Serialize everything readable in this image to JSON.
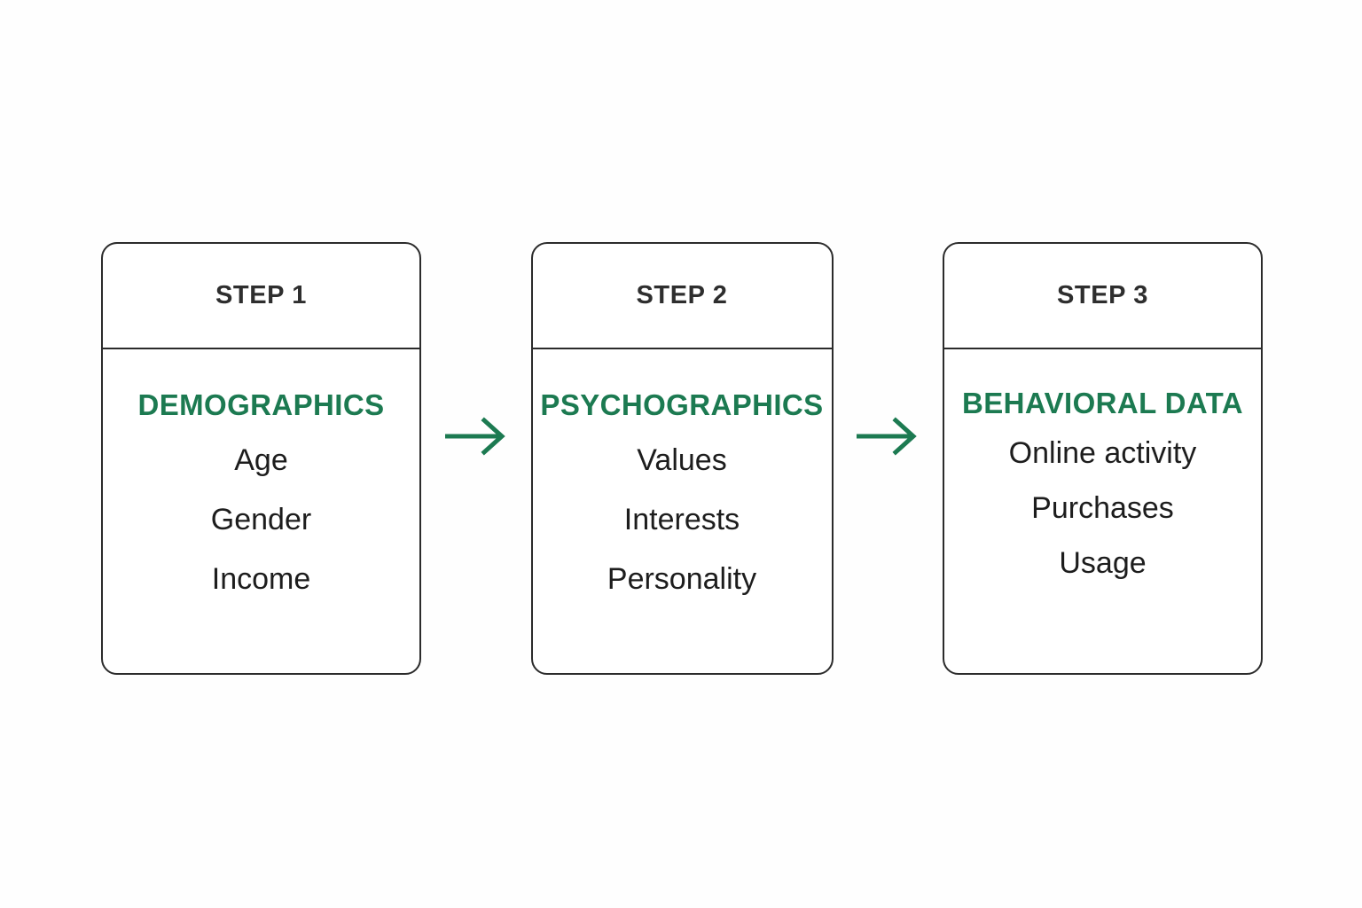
{
  "diagram": {
    "type": "three-step-flow",
    "background_color": "#fefefe",
    "accent_color": "#1c7a51",
    "text_color": "#1d1d1d",
    "border_color": "#2b2b2b",
    "steps": [
      {
        "step_label": "STEP 1",
        "category": "DEMOGRAPHICS",
        "items": [
          "Age",
          "Gender",
          "Income"
        ]
      },
      {
        "step_label": "STEP 2",
        "category": "PSYCHOGRAPHICS",
        "items": [
          "Values",
          "Interests",
          "Personality"
        ]
      },
      {
        "step_label": "STEP 3",
        "category": "BEHAVIORAL DATA",
        "items": [
          "Online activity",
          "Purchases",
          "Usage"
        ]
      }
    ],
    "connectors": [
      {
        "icon": "arrow-right-icon",
        "from": "STEP 1",
        "to": "STEP 2",
        "color": "#1c7a51"
      },
      {
        "icon": "arrow-right-icon",
        "from": "STEP 2",
        "to": "STEP 3",
        "color": "#1c7a51"
      }
    ]
  }
}
